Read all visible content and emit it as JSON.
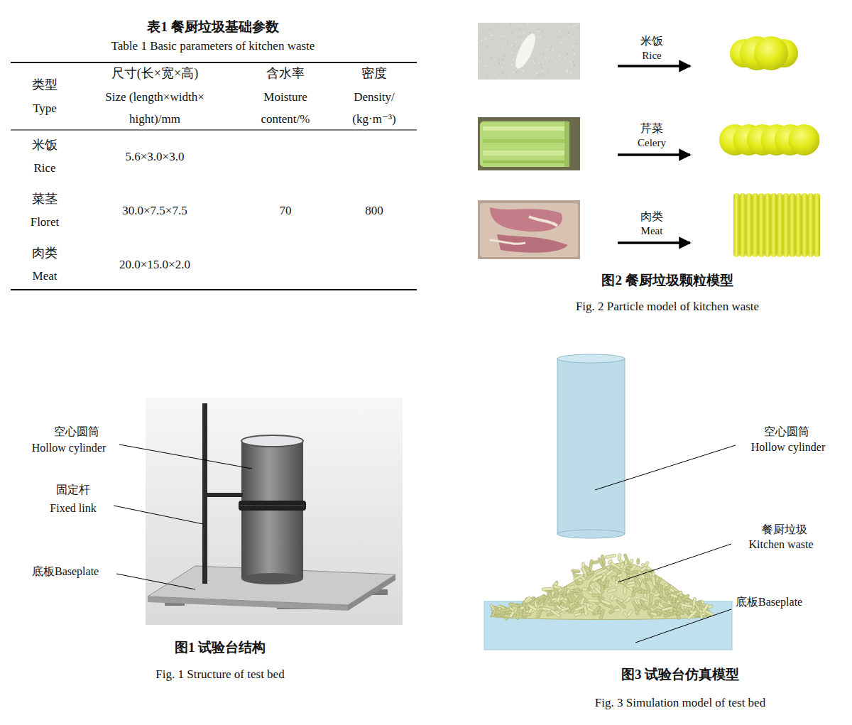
{
  "diagram": {
    "labels": [
      "表1 餐厨垃圾基础参数",
      "Table 1 Basic parameters of kitchen waste",
      "类型",
      "Type",
      "尺寸(长×宽×高)",
      "Size (length×width× hight)/mm",
      "含水率",
      "Moisture content/%",
      "密度",
      "Density/ (kg·m⁻³)",
      "米饭",
      "Rice",
      "5.6×3.0×3.0",
      "菜茎",
      "Floret",
      "30.0×7.5×7.5",
      "70",
      "800",
      "肉类",
      "Meat",
      "20.0×15.0×2.0",
      "米饭",
      "Rice",
      "芹菜",
      "Celery",
      "肉类",
      "Meat",
      "图2 餐厨垃圾颗粒模型",
      "Fig. 2 Particle model of kitchen waste",
      "空心圆筒",
      "Hollow cylinder",
      "固定杆",
      "Fixed link",
      "底板Baseplate",
      "图1 试验台结构",
      "Fig. 1 Structure of test bed",
      "空心圆筒",
      "Hollow cylinder",
      "餐厨垃圾",
      "Kitchen waste",
      "底板Baseplate",
      "图3 试验台仿真模型",
      "Fig. 3 Simulation model of test bed"
    ]
  }
}
